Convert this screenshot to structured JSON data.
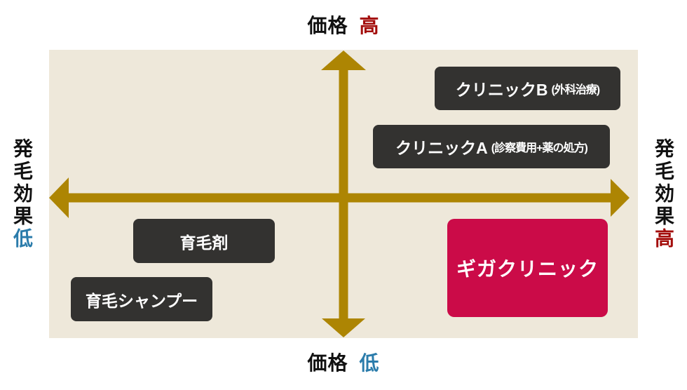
{
  "colors": {
    "panel_bg": "#eee8da",
    "arrow_gold": "#ad8503",
    "box_dark_bg": "#333230",
    "box_dark_text": "#ffffff",
    "highlight_box_bg": "#cb0b48",
    "highlight_box_text": "#ffffff",
    "high_text": "#a30d0b",
    "low_text": "#2b7cab",
    "axis_text": "#111111"
  },
  "axes": {
    "price": {
      "name": "価格",
      "high": "高",
      "low": "低"
    },
    "effect": {
      "name": "発毛効果",
      "high": "高",
      "low": "低"
    }
  },
  "items": [
    {
      "label": "クリニックB",
      "note": "(外科治療)",
      "style": "dark",
      "quadrant": "price-high / effect-high"
    },
    {
      "label": "クリニックA",
      "note": "(診察費用+薬の処方)",
      "style": "dark",
      "quadrant": "price-high / effect-high"
    },
    {
      "label": "育毛剤",
      "note": "",
      "style": "dark",
      "quadrant": "price-low / effect-low"
    },
    {
      "label": "育毛シャンプー",
      "note": "",
      "style": "dark",
      "quadrant": "price-low / effect-low"
    },
    {
      "label": "ギガクリニック",
      "note": "",
      "style": "highlight",
      "quadrant": "price-low / effect-high"
    }
  ]
}
